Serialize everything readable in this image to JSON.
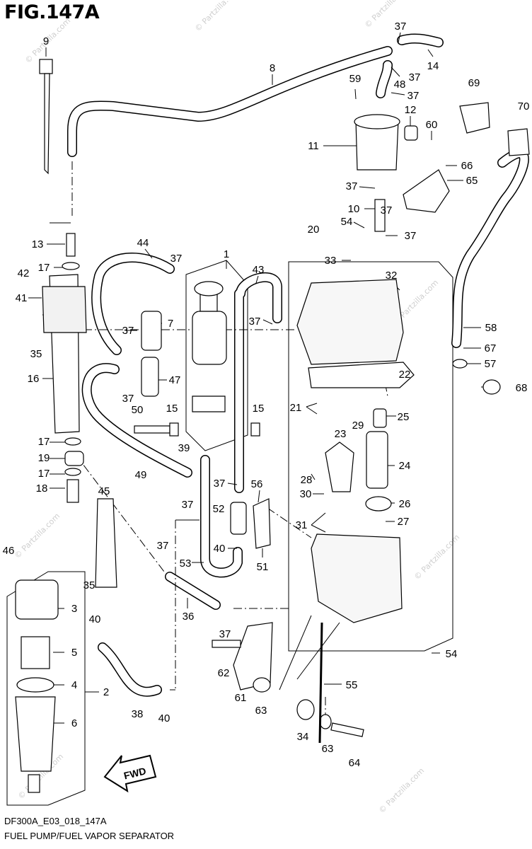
{
  "figure": {
    "title": "FIG.147A",
    "code": "DF300A_E03_018_147A",
    "caption": "FUEL PUMP/FUEL VAPOR SEPARATOR",
    "watermark": "© Partzilla.com",
    "fwd": "FWD"
  },
  "callouts": [
    {
      "id": "c9",
      "text": "9"
    },
    {
      "id": "c8",
      "text": "8"
    },
    {
      "id": "c37a",
      "text": "37"
    },
    {
      "id": "c14",
      "text": "14"
    },
    {
      "id": "c48",
      "text": "48"
    },
    {
      "id": "c37b",
      "text": "37"
    },
    {
      "id": "c59",
      "text": "59"
    },
    {
      "id": "c37c",
      "text": "37"
    },
    {
      "id": "c69",
      "text": "69"
    },
    {
      "id": "c70",
      "text": "70"
    },
    {
      "id": "c12",
      "text": "12"
    },
    {
      "id": "c60",
      "text": "60"
    },
    {
      "id": "c11",
      "text": "11"
    },
    {
      "id": "c66",
      "text": "66"
    },
    {
      "id": "c65",
      "text": "65"
    },
    {
      "id": "c37d",
      "text": "37"
    },
    {
      "id": "c10",
      "text": "10"
    },
    {
      "id": "c37e",
      "text": "37"
    },
    {
      "id": "c54a",
      "text": "54"
    },
    {
      "id": "c37f",
      "text": "37"
    },
    {
      "id": "c20",
      "text": "20"
    },
    {
      "id": "c13",
      "text": "13"
    },
    {
      "id": "c44",
      "text": "44"
    },
    {
      "id": "c1",
      "text": "1"
    },
    {
      "id": "c37g",
      "text": "37"
    },
    {
      "id": "c43",
      "text": "43"
    },
    {
      "id": "c33",
      "text": "33"
    },
    {
      "id": "c17a",
      "text": "17"
    },
    {
      "id": "c32",
      "text": "32"
    },
    {
      "id": "c42",
      "text": "42"
    },
    {
      "id": "c41",
      "text": "41"
    },
    {
      "id": "c37h",
      "text": "37"
    },
    {
      "id": "c7",
      "text": "7"
    },
    {
      "id": "c37i",
      "text": "37"
    },
    {
      "id": "c58",
      "text": "58"
    },
    {
      "id": "c35a",
      "text": "35"
    },
    {
      "id": "c67",
      "text": "67"
    },
    {
      "id": "c57",
      "text": "57"
    },
    {
      "id": "c22",
      "text": "22"
    },
    {
      "id": "c16",
      "text": "16"
    },
    {
      "id": "c47",
      "text": "47"
    },
    {
      "id": "c37j",
      "text": "37"
    },
    {
      "id": "c68",
      "text": "68"
    },
    {
      "id": "c21",
      "text": "21"
    },
    {
      "id": "c50",
      "text": "50"
    },
    {
      "id": "c15a",
      "text": "15"
    },
    {
      "id": "c15b",
      "text": "15"
    },
    {
      "id": "c25",
      "text": "25"
    },
    {
      "id": "c23",
      "text": "23"
    },
    {
      "id": "c29",
      "text": "29"
    },
    {
      "id": "c17b",
      "text": "17"
    },
    {
      "id": "c39",
      "text": "39"
    },
    {
      "id": "c19",
      "text": "19"
    },
    {
      "id": "c49",
      "text": "49"
    },
    {
      "id": "c24",
      "text": "24"
    },
    {
      "id": "c17c",
      "text": "17"
    },
    {
      "id": "c28",
      "text": "28"
    },
    {
      "id": "c18",
      "text": "18"
    },
    {
      "id": "c37k",
      "text": "37"
    },
    {
      "id": "c56",
      "text": "56"
    },
    {
      "id": "c45",
      "text": "45"
    },
    {
      "id": "c30",
      "text": "30"
    },
    {
      "id": "c26",
      "text": "26"
    },
    {
      "id": "c37l",
      "text": "37"
    },
    {
      "id": "c52",
      "text": "52"
    },
    {
      "id": "c27",
      "text": "27"
    },
    {
      "id": "c31",
      "text": "31"
    },
    {
      "id": "c46",
      "text": "46"
    },
    {
      "id": "c37m",
      "text": "37"
    },
    {
      "id": "c40a",
      "text": "40"
    },
    {
      "id": "c53",
      "text": "53"
    },
    {
      "id": "c51",
      "text": "51"
    },
    {
      "id": "c35b",
      "text": "35"
    },
    {
      "id": "c3",
      "text": "3"
    },
    {
      "id": "c36",
      "text": "36"
    },
    {
      "id": "c40b",
      "text": "40"
    },
    {
      "id": "c37n",
      "text": "37"
    },
    {
      "id": "c5",
      "text": "5"
    },
    {
      "id": "c54b",
      "text": "54"
    },
    {
      "id": "c62",
      "text": "62"
    },
    {
      "id": "c4",
      "text": "4"
    },
    {
      "id": "c2",
      "text": "2"
    },
    {
      "id": "c55",
      "text": "55"
    },
    {
      "id": "c61",
      "text": "61"
    },
    {
      "id": "c63a",
      "text": "63"
    },
    {
      "id": "c38",
      "text": "38"
    },
    {
      "id": "c40c",
      "text": "40"
    },
    {
      "id": "c6",
      "text": "6"
    },
    {
      "id": "c34",
      "text": "34"
    },
    {
      "id": "c63b",
      "text": "63"
    },
    {
      "id": "c64",
      "text": "64"
    }
  ]
}
